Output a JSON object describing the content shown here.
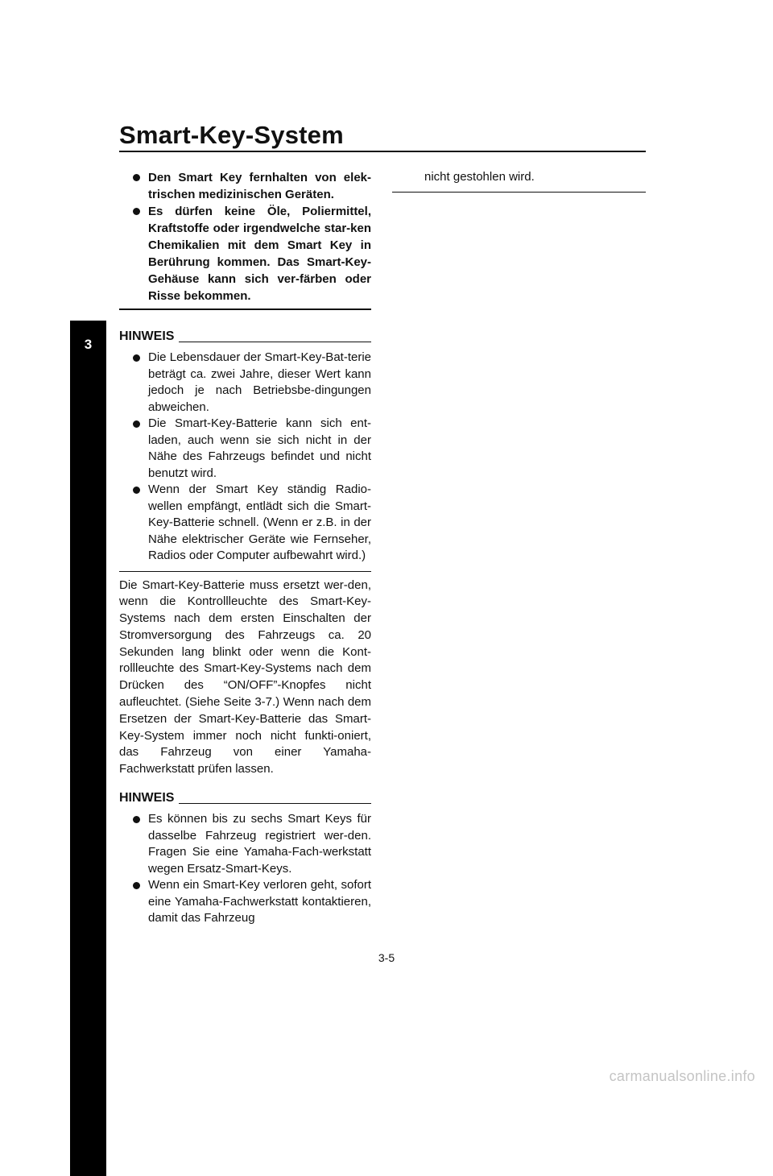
{
  "header": {
    "title": "Smart-Key-System",
    "chapter": "3"
  },
  "warning_items": [
    "Den Smart Key fernhalten von elek-trischen medizinischen Geräten.",
    "Es dürfen keine Öle, Poliermittel, Kraftstoffe oder irgendwelche star-ken Chemikalien mit dem Smart Key in Berührung kommen. Das Smart-Key-Gehäuse kann sich ver-färben oder Risse bekommen."
  ],
  "note1": {
    "title": "HINWEIS",
    "items": [
      "Die Lebensdauer der Smart-Key-Bat-terie beträgt ca. zwei Jahre, dieser Wert kann jedoch je nach Betriebsbe-dingungen abweichen.",
      "Die Smart-Key-Batterie kann sich ent-laden, auch wenn sie sich nicht in der Nähe des Fahrzeugs befindet und nicht benutzt wird.",
      "Wenn der Smart Key ständig Radio-wellen empfängt, entlädt sich die Smart-Key-Batterie schnell. (Wenn er z.B. in der Nähe elektrischer Geräte wie Fernseher, Radios oder Computer aufbewahrt wird.)"
    ]
  },
  "body_paragraph": "Die Smart-Key-Batterie muss ersetzt wer-den, wenn die Kontrollleuchte des Smart-Key-Systems nach dem ersten Einschalten der Stromversorgung des Fahrzeugs ca. 20 Sekunden lang blinkt oder wenn die Kont-rollleuchte des Smart-Key-Systems nach dem Drücken des “ON/OFF”-Knopfes nicht aufleuchtet. (Siehe Seite 3-7.) Wenn nach dem Ersetzen der Smart-Key-Batterie das Smart-Key-System immer noch nicht funkti-oniert, das Fahrzeug von einer Yamaha-Fachwerkstatt prüfen lassen.",
  "note2": {
    "title": "HINWEIS",
    "items": [
      "Es können bis zu sechs Smart Keys für dasselbe Fahrzeug registriert wer-den. Fragen Sie eine Yamaha-Fach-werkstatt wegen Ersatz-Smart-Keys.",
      "Wenn ein Smart-Key verloren geht, sofort eine Yamaha-Fachwerkstatt kontaktieren, damit das Fahrzeug"
    ]
  },
  "right_continuation": "nicht gestohlen wird.",
  "footer": {
    "page_number": "3-5",
    "watermark": "carmanualsonline.info"
  }
}
